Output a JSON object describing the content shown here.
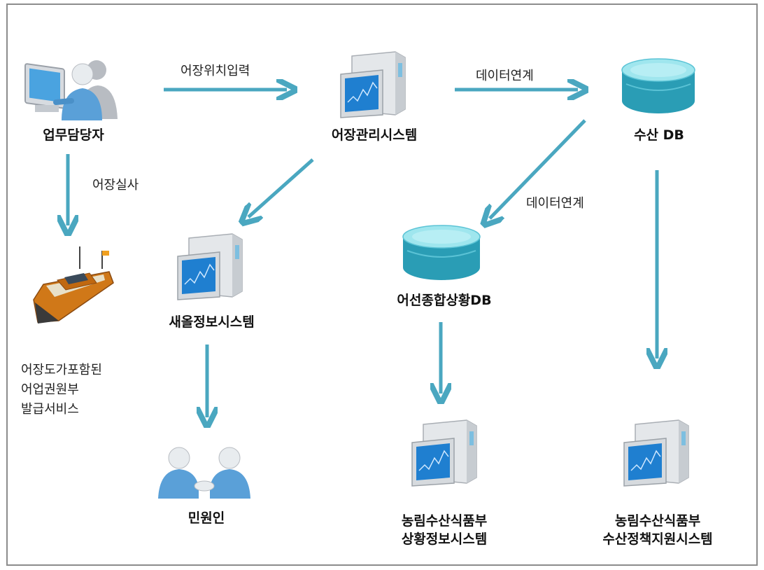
{
  "nodes": {
    "staff": "업무담당자",
    "farm_system": "어장관리시스템",
    "fishery_db": "수산 DB",
    "saeol_system": "새올정보시스템",
    "vessel_db": "어선종합상황DB",
    "citizen": "민원인",
    "ministry_status": [
      "농림수산식품부",
      "상황정보시스템"
    ],
    "ministry_policy": [
      "농림수산식품부",
      "수산정책지원시스템"
    ]
  },
  "edges": {
    "location_input": "어장위치입력",
    "data_link_1": "데이터연계",
    "data_link_2": "데이터연계",
    "survey": "어장실사",
    "service": [
      "어장도가포함된",
      "어업권원부",
      "발급서비스"
    ]
  },
  "colors": {
    "arrow": "#4aa7c0",
    "db_top": "#9fe6ee",
    "db_side": "#2a9db5",
    "screen": "#1f7fd0",
    "person": "#5aa0d8"
  }
}
